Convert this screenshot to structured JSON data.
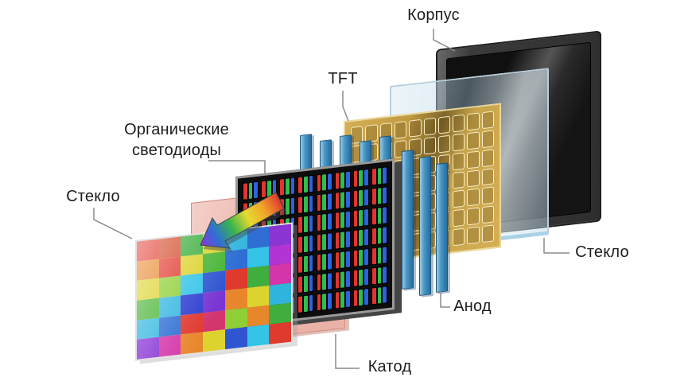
{
  "labels": {
    "case": "Корпус",
    "tft": "TFT",
    "oled": "Органические светодиоды",
    "glass_left": "Стекло",
    "glass_right": "Стекло",
    "anode": "Анод",
    "cathode": "Катод"
  },
  "mosaic": {
    "rows": 6,
    "cols": 7,
    "colors": [
      "#e0392e",
      "#d44a2a",
      "#3fae3f",
      "#ddd32f",
      "#35b7e0",
      "#2f6fd4",
      "#8a35d4",
      "#e8862b",
      "#e0392e",
      "#ddd32f",
      "#49b536",
      "#2f6fd4",
      "#35c4e8",
      "#b035d4",
      "#ddd32f",
      "#8fcf35",
      "#35c4e8",
      "#2f55d0",
      "#e0392e",
      "#3fae3f",
      "#d435a8",
      "#49b536",
      "#35b7e0",
      "#2f3fd0",
      "#7a35d4",
      "#e8862b",
      "#ddd32f",
      "#2fb4dd",
      "#35b7e0",
      "#2f6fd4",
      "#e0392e",
      "#d4356f",
      "#8fcf35",
      "#e8862b",
      "#3fae3f",
      "#8a35d4",
      "#d435a8",
      "#e8862b",
      "#ddd32f",
      "#2f55d0",
      "#35c4e8",
      "#e0392e"
    ]
  },
  "oled_grid": {
    "rows": 7,
    "cols": 8,
    "bg": "#0d0d0d",
    "strip_colors": [
      "#e23430",
      "#2fbe4d",
      "#2f62e0"
    ]
  },
  "tft_grid": {
    "rows": 7,
    "cols": 10,
    "bg": "#c9a84c",
    "outline": "#f6ecc6"
  },
  "anode": {
    "bar_count": 8,
    "bar_light": "#9ecbe2",
    "bar_dark": "#256d9e"
  },
  "cathode_color": "#e9a598",
  "glass_tint": "#cfe3ef",
  "case_colors": {
    "frame": "#3a3a3a",
    "screen": "#161616"
  },
  "arrow": {
    "colors": [
      "#e0392e",
      "#f0a32b",
      "#e8d92f",
      "#3ab54c",
      "#2f6fd4",
      "#8a35d4"
    ]
  }
}
